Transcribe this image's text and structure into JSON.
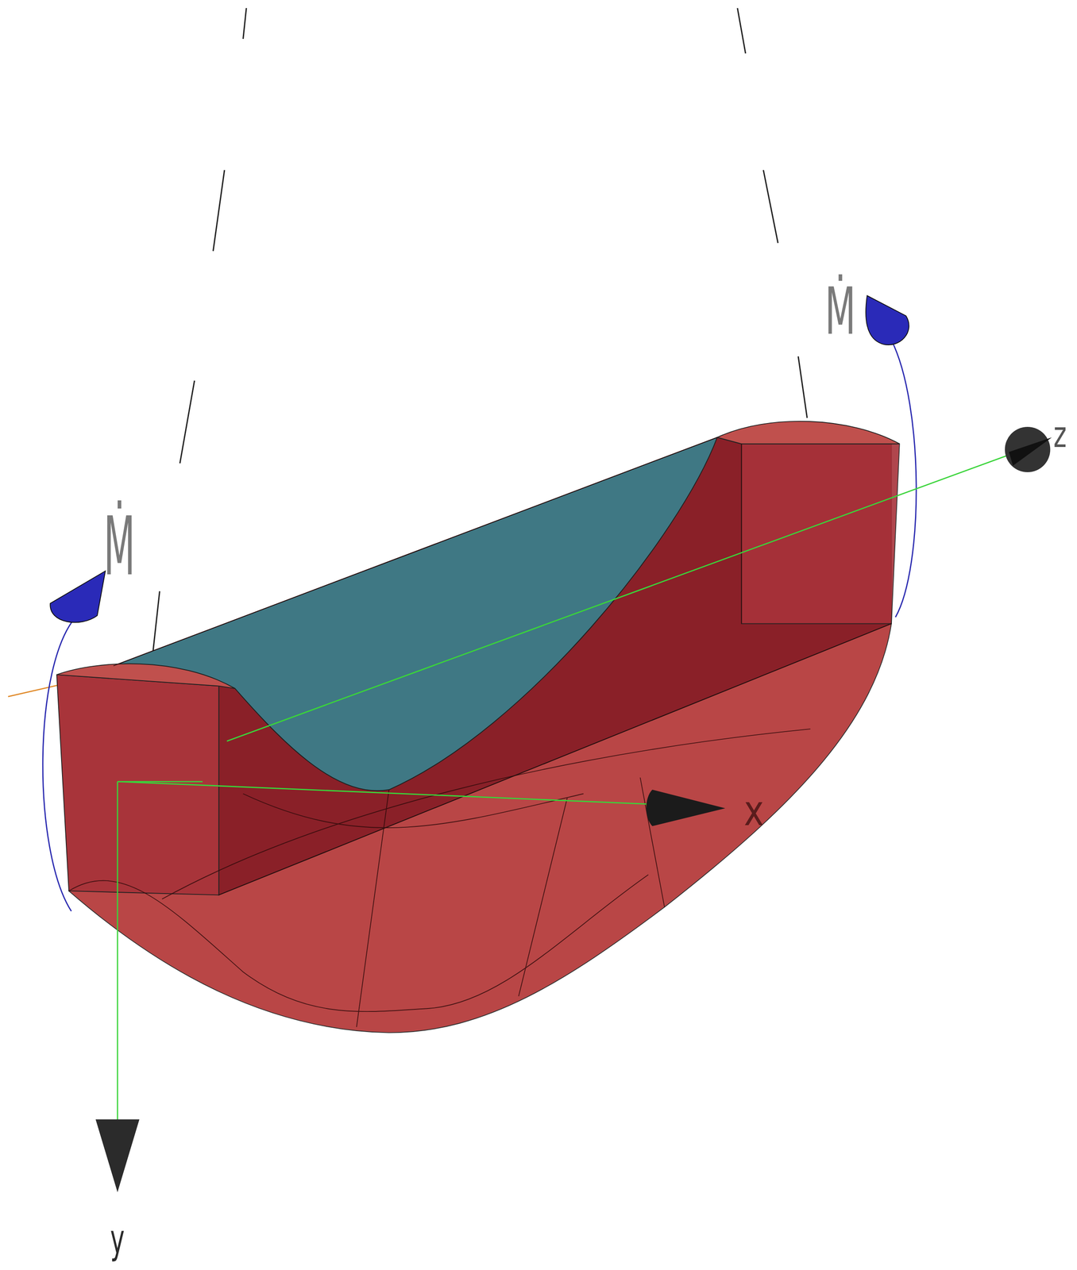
{
  "diagram": {
    "labels": [
      "Ṁ",
      "z",
      "Ṁ",
      "x",
      "y"
    ]
  }
}
